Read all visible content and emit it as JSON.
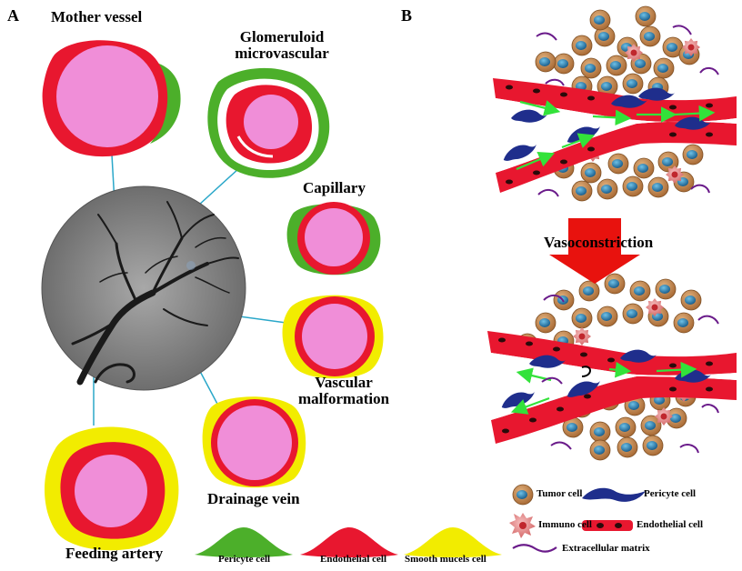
{
  "panel_a": {
    "letter": "A",
    "labels": {
      "mother_vessel": "Mother vessel",
      "glomeruloid": "Glomeruloid microvascular",
      "capillary": "Capillary",
      "vascular_malformation": "Vascular malformation",
      "drainage_vein": "Drainage vein",
      "feeding_artery": "Feeding artery"
    },
    "legend": {
      "pericyte": "Pericyte cell",
      "endothelial": "Endothelial cell",
      "smooth": "Smooth mucels cell"
    }
  },
  "panel_b": {
    "letter": "B",
    "arrow_label": "Vasoconstriction",
    "legend": {
      "tumor": "Tumor cell",
      "pericyte": "Pericyte cell",
      "immuno": "Immuno cell",
      "endothelial": "Endothelial cell",
      "ecm": "Extracellular matrix"
    }
  },
  "colors": {
    "pericyte": "#4CAF2A",
    "endothelial": "#E8172F",
    "smooth": "#F2EC00",
    "lumen": "#F08ED8",
    "tumor": "#C98F5A",
    "tumor_nucleus": "#2F86B5",
    "immuno": "#E58C8C",
    "pericyte_b": "#1F2E8C",
    "ecm": "#6A1B8A",
    "flow": "#33E23A",
    "connector": "#2AA7C9",
    "arrow": "#E8120E"
  }
}
